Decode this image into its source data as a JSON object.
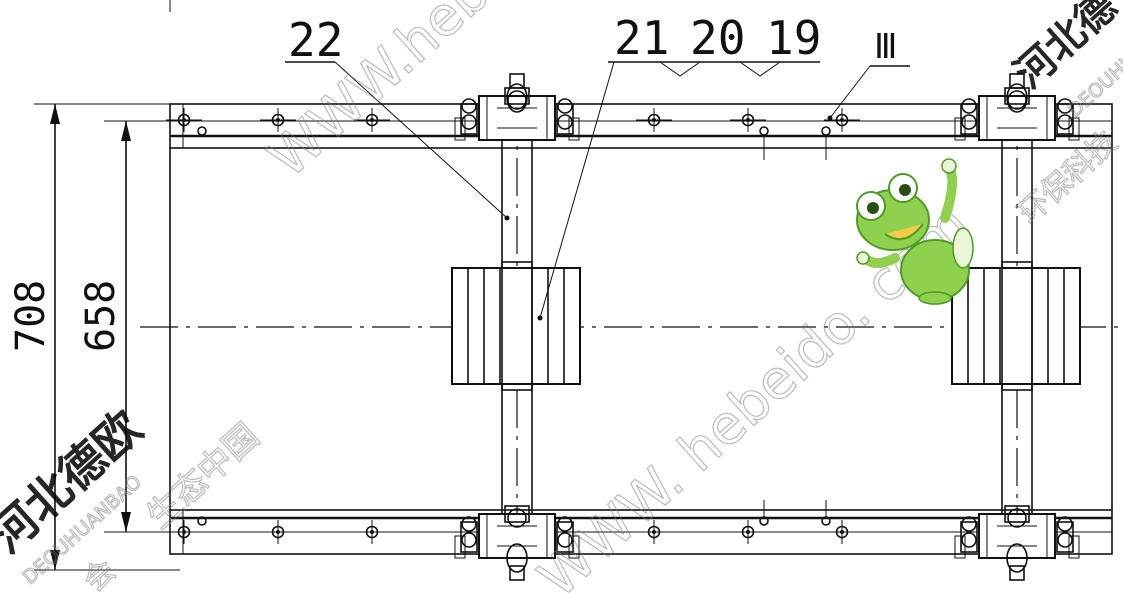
{
  "drawing": {
    "dimensions": {
      "outer": "708",
      "inner": "658"
    },
    "part_labels": {
      "p22": "22",
      "p21": "21",
      "p20": "20",
      "p19": "19",
      "p3": "Ⅲ"
    }
  },
  "watermarks": {
    "url_top": "WWW.hebei",
    "url_bottom": "WWW. hebeido. com",
    "company_cn": "河北德欧",
    "company_cn_top": "河北德",
    "company_en": "DEOUHUANBAO",
    "company_en_top": "DEOUHU",
    "slogan": "生态中国",
    "slogan_partial": "会",
    "env_partial": "环保科技"
  },
  "colors": {
    "line": "#111111",
    "mascot_green": "#8fd14f",
    "mascot_dark": "#4e9a2a",
    "watermark": "#7a7a7a"
  }
}
